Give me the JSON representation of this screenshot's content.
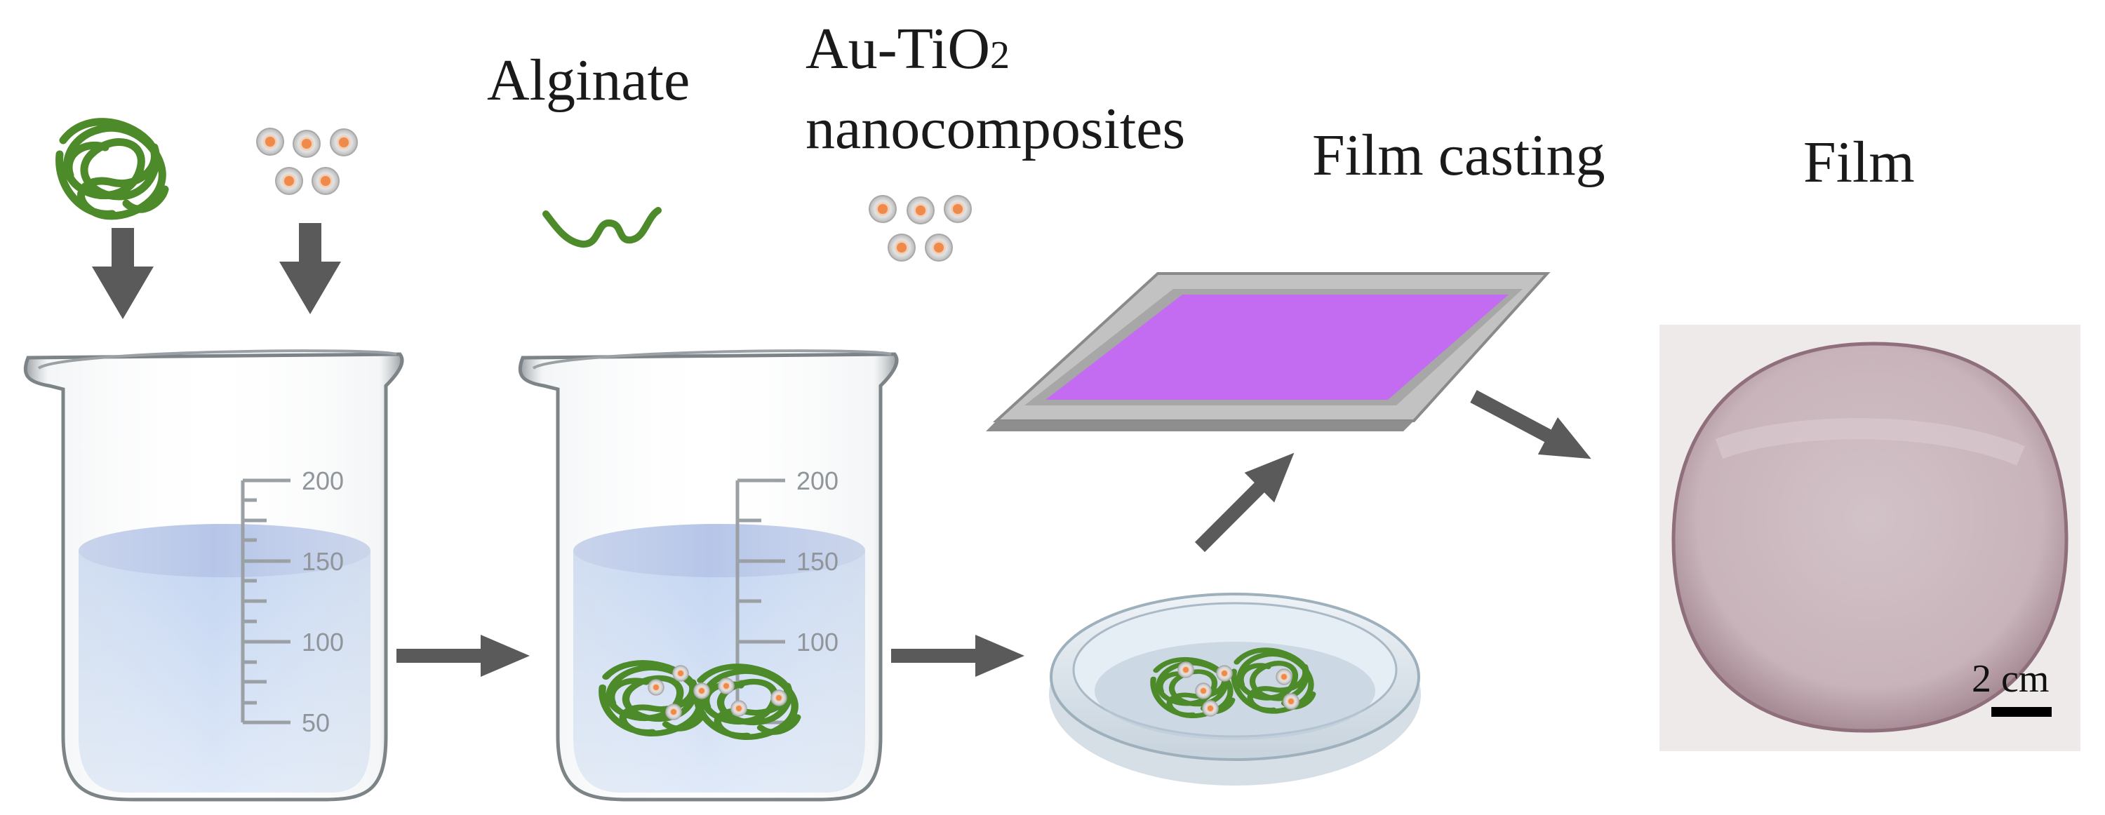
{
  "labels": {
    "alginate": "Alginate",
    "au_tio2_line1": "Au-TiO",
    "au_tio2_sub": "2",
    "au_tio2_line2": "nanocomposites",
    "film_casting": "Film casting",
    "film": "Film"
  },
  "beaker": {
    "ticks": [
      "200",
      "150",
      "100",
      "50"
    ]
  },
  "scale_bar": {
    "label": "2 cm"
  },
  "colors": {
    "alginate_green": "#4c8a2a",
    "arrow_gray": "#5a5a5a",
    "water_blue": "#b7c9ea",
    "film_purple": "#c36cf2",
    "film_photo": "#c9b7bd",
    "nanoparticle_core": "#f4a36a",
    "nanoparticle_shell": "#c9c9c9"
  },
  "icons": [
    "alginate-coil-icon",
    "nanoparticle-icon",
    "beaker-icon",
    "petri-dish-icon",
    "casting-tray-icon",
    "arrow-icon"
  ]
}
